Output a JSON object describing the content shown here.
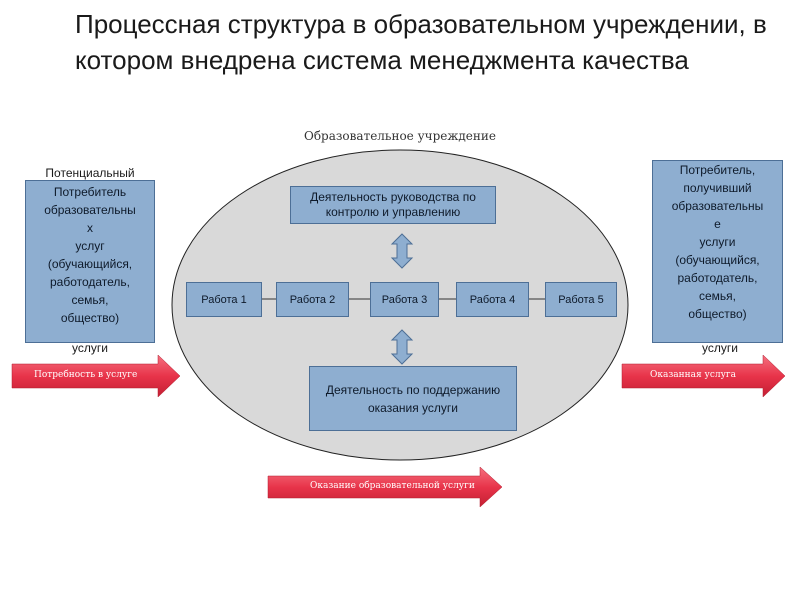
{
  "title": "Процессная структура в образовательном учреждении, в котором внедрена система менеджмента качества",
  "institution_label": "Образовательное учреждение",
  "management_box": "Деятельность руководства по контролю и управлению",
  "support_box": "Деятельность по поддержанию оказания услуги",
  "works": [
    "Работа 1",
    "Работа 2",
    "Работа 3",
    "Работа 4",
    "Работа 5"
  ],
  "left_box": {
    "overlay_top": "Потенциальный",
    "text": "Потребитель\nобразовательны\nх\nуслуг\n(обучающийся,\nработодатель,\nсемья,\nобщество)",
    "overlay_bottom": "услуги"
  },
  "right_box": {
    "text": "Потребитель,\nполучивший\nобразовательны\nе\nуслуги\n(обучающийся,\nработодатель,\nсемья,\nобщество)",
    "overlay_bottom": "услуги"
  },
  "arrows": {
    "need": "Потребность в услуге",
    "service_provided": "Оказанная услуга",
    "providing_service": "Оказание образовательной услуги"
  },
  "colors": {
    "box_fill": "#8eaed0",
    "box_border": "#4d6f96",
    "ellipse_fill": "#d9d9d9",
    "red_arrow": "#e8344a"
  }
}
